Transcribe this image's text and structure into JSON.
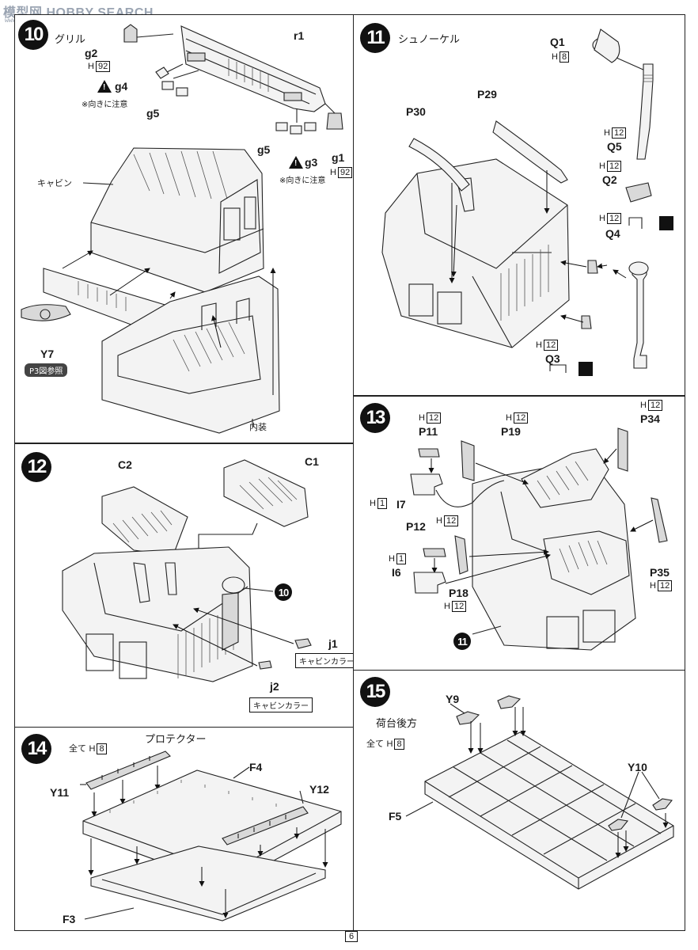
{
  "watermark": {
    "text": "模型网 HOBBY SEARCH",
    "sub": "www.hlj.com"
  },
  "page_number": "6",
  "steps": {
    "s10": {
      "num": "10",
      "title": "グリル",
      "labels": {
        "r1": "r1",
        "g2": "g2",
        "g4": "g4",
        "g5a": "g5",
        "g5b": "g5",
        "g3": "g3",
        "g1": "g1",
        "y7": "Y7"
      },
      "h_g2": {
        "h": "H",
        "code": "92"
      },
      "h_g1": {
        "h": "H",
        "code": "92"
      },
      "note_g4": "※向きに注意",
      "note_g3": "※向きに注意",
      "cabin": "キャビン",
      "interior": "内装",
      "ref": "P3図参照"
    },
    "s11": {
      "num": "11",
      "title": "シュノーケル",
      "labels": {
        "q1": "Q1",
        "p29": "P29",
        "p30": "P30",
        "q5": "Q5",
        "q2": "Q2",
        "q4": "Q4",
        "q3": "Q3"
      },
      "h_q1": {
        "h": "H",
        "code": "8"
      },
      "h_q5": {
        "h": "H",
        "code": "12"
      },
      "h_q2": {
        "h": "H",
        "code": "12"
      },
      "h_q4": {
        "h": "H",
        "code": "12"
      },
      "h_q3": {
        "h": "H",
        "code": "12"
      }
    },
    "s12": {
      "num": "12",
      "labels": {
        "c2": "C2",
        "c1": "C1",
        "j1": "j1",
        "j2": "j2"
      },
      "ref10": "10",
      "color_j1": "キャビンカラー",
      "color_j2": "キャビンカラー"
    },
    "s13": {
      "num": "13",
      "labels": {
        "p11": "P11",
        "p19": "P19",
        "p34": "P34",
        "i7": "I7",
        "p12": "P12",
        "i6": "I6",
        "p18": "P18",
        "p35": "P35"
      },
      "h_p11": {
        "h": "H",
        "code": "12"
      },
      "h_p19": {
        "h": "H",
        "code": "12"
      },
      "h_p34": {
        "h": "H",
        "code": "12"
      },
      "h_i7": {
        "h": "H",
        "code": "1"
      },
      "h_p12": {
        "h": "H",
        "code": "12"
      },
      "h_i6": {
        "h": "H",
        "code": "1"
      },
      "h_p18": {
        "h": "H",
        "code": "12"
      },
      "h_p35": {
        "h": "H",
        "code": "12"
      },
      "ref11": "11"
    },
    "s14": {
      "num": "14",
      "title": "プロテクター",
      "all": "全て",
      "all_h": {
        "h": "H",
        "code": "8"
      },
      "labels": {
        "f4": "F4",
        "y11": "Y11",
        "y12": "Y12",
        "f3": "F3"
      }
    },
    "s15": {
      "num": "15",
      "title": "荷台後方",
      "all": "全て",
      "all_h": {
        "h": "H",
        "code": "8"
      },
      "labels": {
        "y9": "Y9",
        "y10": "Y10",
        "f5": "F5"
      }
    }
  }
}
